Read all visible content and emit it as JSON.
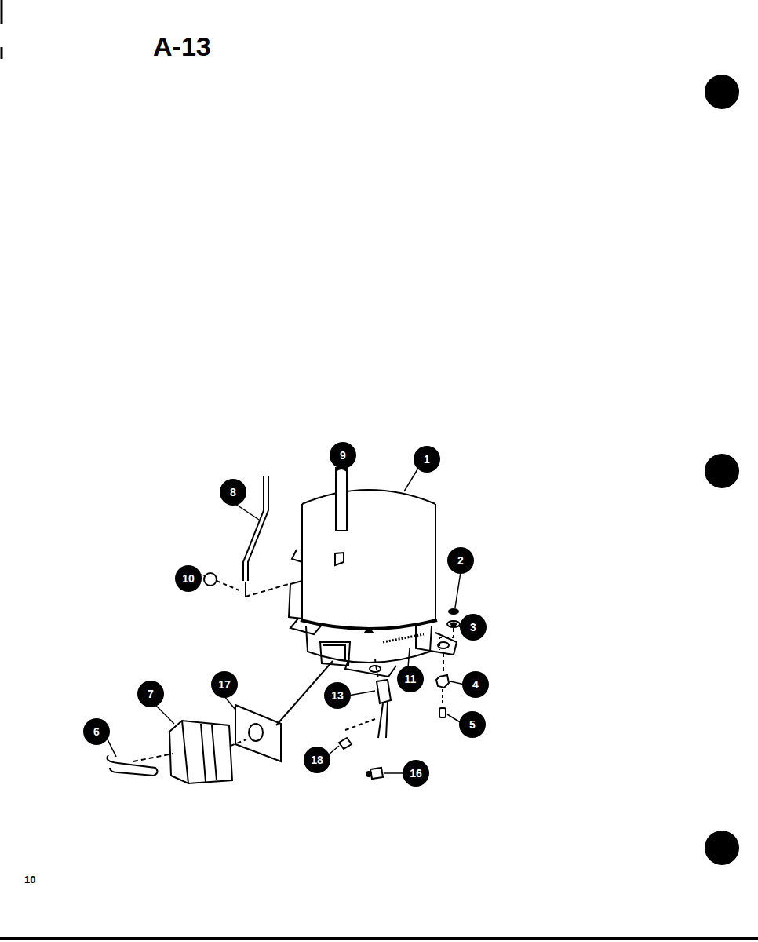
{
  "diagram": {
    "title": "A-13",
    "labels": [
      "9",
      "1",
      "8",
      "10",
      "2",
      "3",
      "11",
      "4",
      "5",
      "13",
      "17",
      "7",
      "6",
      "18",
      "16",
      "10"
    ]
  }
}
